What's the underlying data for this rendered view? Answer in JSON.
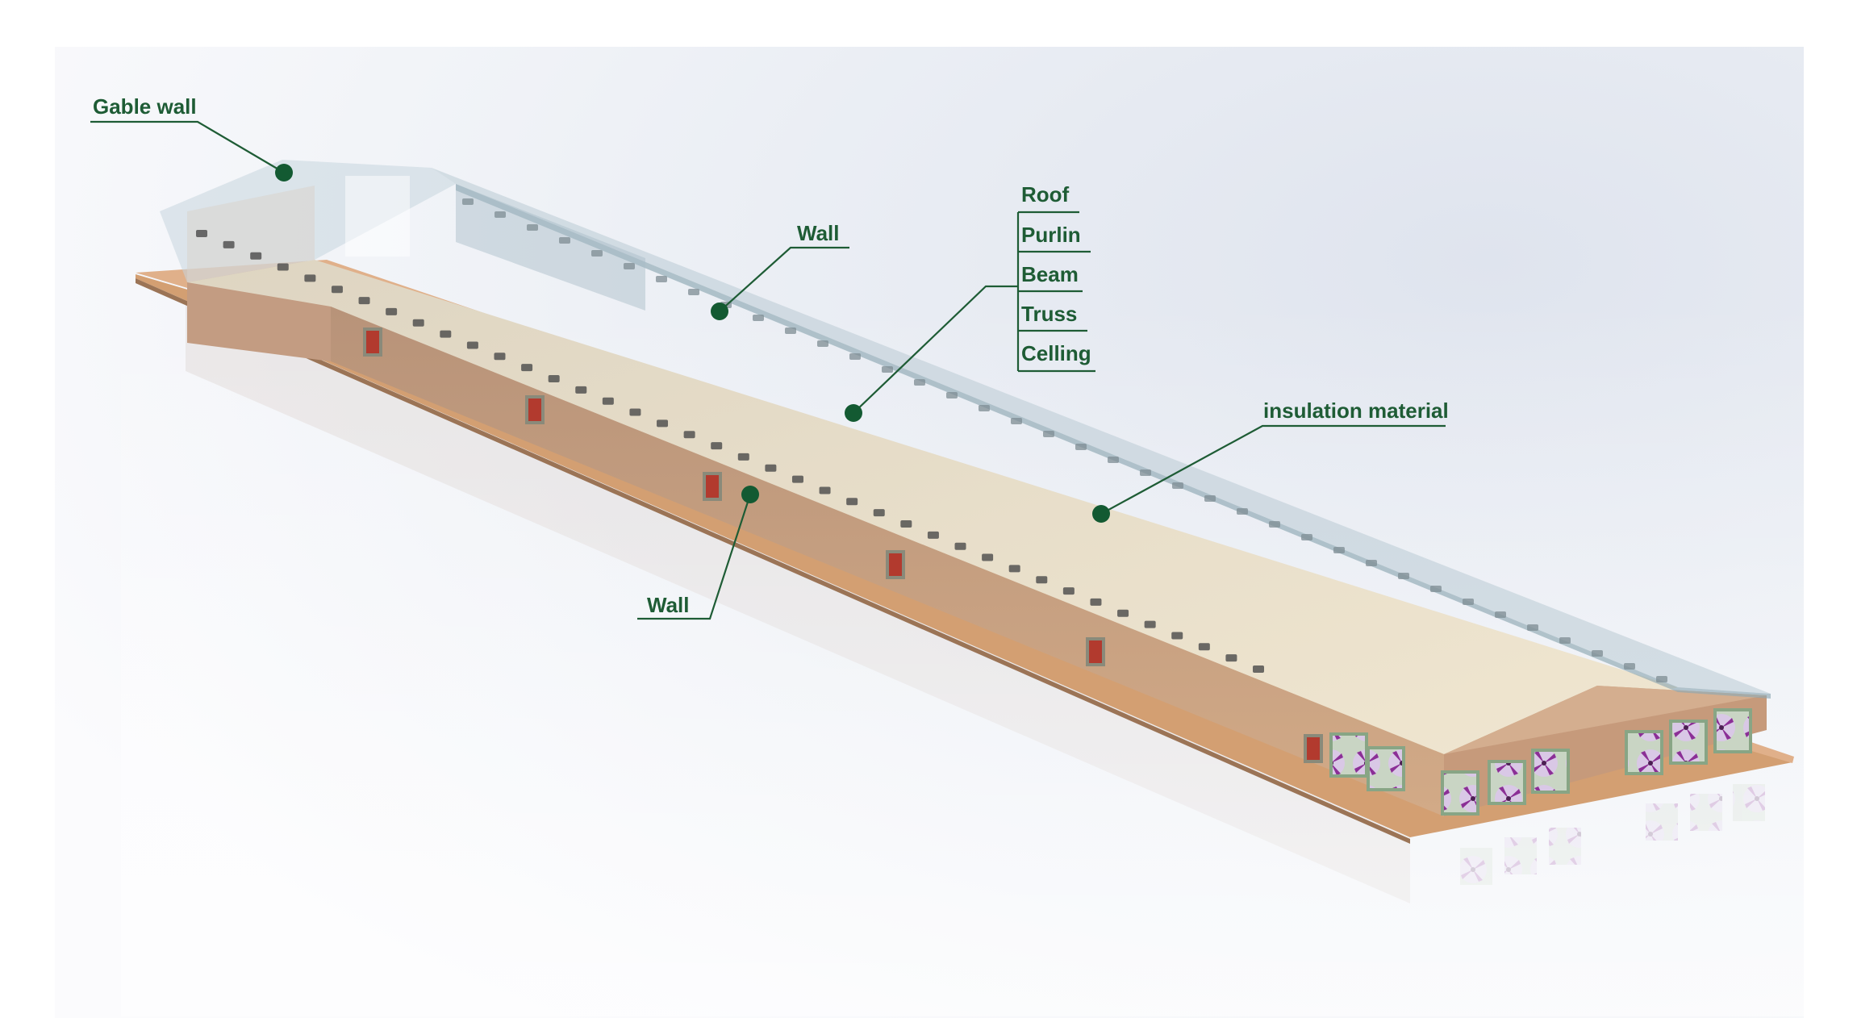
{
  "colors": {
    "label": "#1e5c35",
    "leader": "#1e5c35",
    "dot": "#135a32",
    "floor": "#ece2cc",
    "side_wall": "#c9a181",
    "platform": "#d9a777",
    "roof_glass": "#b9cdd4",
    "fan_frame": "#8fb48a",
    "fan_blade": "#9b3fa3",
    "background_tint": "#e8ecf4"
  },
  "callouts": {
    "gable_wall": "Gable wall",
    "wall_top": "Wall",
    "wall_bottom": "Wall",
    "insulation": "insulation material",
    "roof_stack": [
      "Roof",
      "Purlin",
      "Beam",
      "Truss",
      "Celling"
    ]
  }
}
